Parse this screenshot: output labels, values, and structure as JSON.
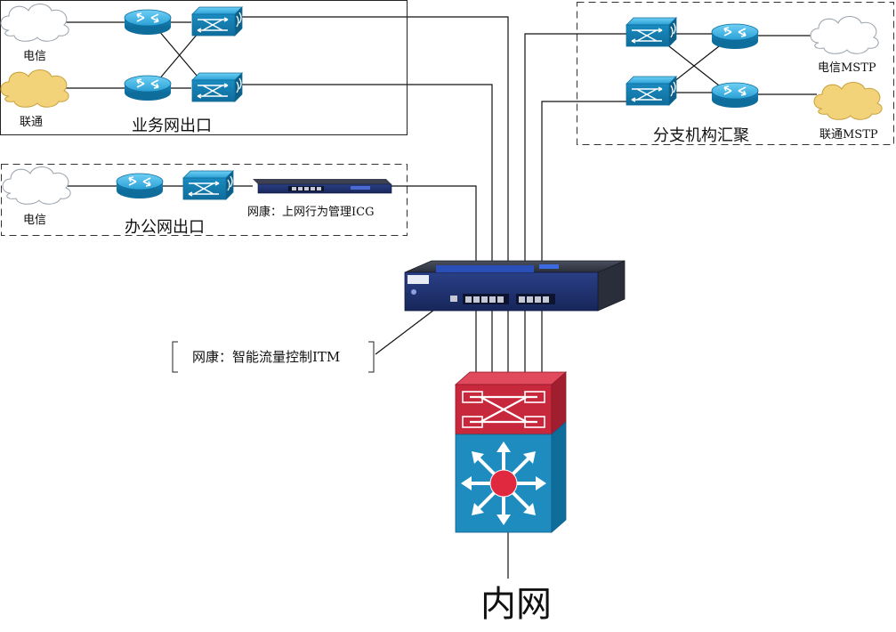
{
  "zones": {
    "business": {
      "title": "业务网出口",
      "cloud_top": "电信",
      "cloud_bottom": "联通"
    },
    "office": {
      "title": "办公网出口",
      "cloud": "电信",
      "device_label": "网康：上网行为管理ICG"
    },
    "branch": {
      "title": "分支机构汇聚",
      "cloud_top": "电信MSTP",
      "cloud_bottom": "联通MSTP"
    }
  },
  "core": {
    "device_label": "网康：智能流量控制ITM"
  },
  "intranet": {
    "label": "内网"
  },
  "colors": {
    "device_blue": "#1a8bc0",
    "core_red": "#c8283c",
    "core_blue": "#1f8cbf",
    "cloud_white": "#ffffff",
    "cloud_yellow": "#f3d37a",
    "appliance": "#1d2f6b"
  }
}
